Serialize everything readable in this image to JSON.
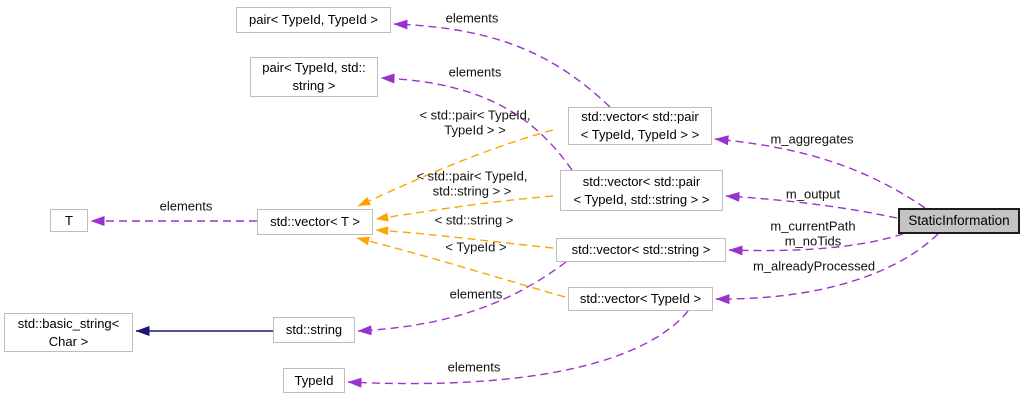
{
  "colors": {
    "usage_edge": "#9a32cd",
    "template_edge": "#ffa500",
    "inheritance_edge": "#191970",
    "node_fill": "#ffffff",
    "node_border": "#bdbdbd",
    "main_node_fill": "#c3c3c3",
    "main_node_border": "#1c1c1c"
  },
  "nodes": {
    "pair_tt": {
      "label": "pair< TypeId, TypeId >"
    },
    "pair_ts": {
      "label": "pair< TypeId, std::\nstring >"
    },
    "vec_pair_tt": {
      "label": "std::vector< std::pair\n< TypeId, TypeId > >"
    },
    "vec_pair_ts": {
      "label": "std::vector< std::pair\n< TypeId, std::string > >"
    },
    "vec_str": {
      "label": "std::vector< std::string >"
    },
    "vec_tid": {
      "label": "std::vector< TypeId >"
    },
    "vec_t": {
      "label": "std::vector< T >"
    },
    "t": {
      "label": "T"
    },
    "basic_string": {
      "label": "std::basic_string<\nChar >"
    },
    "std_string": {
      "label": "std::string"
    },
    "type_id": {
      "label": "TypeId"
    },
    "static_information": {
      "label": "StaticInformation"
    }
  },
  "edges": {
    "elements_pair_tt": {
      "label": "elements",
      "from": "std::vector< std::pair< TypeId, TypeId > >",
      "to": "pair< TypeId, TypeId >",
      "style": "dashed-purple"
    },
    "elements_pair_ts": {
      "label": "elements",
      "from": "std::vector< std::pair< TypeId, std::string > >",
      "to": "pair< TypeId, std::string >",
      "style": "dashed-purple"
    },
    "m_aggregates": {
      "label": "m_aggregates",
      "from": "StaticInformation",
      "to": "std::vector< std::pair< TypeId, TypeId > >",
      "style": "dashed-purple"
    },
    "m_output": {
      "label": "m_output",
      "from": "StaticInformation",
      "to": "std::vector< std::pair< TypeId, std::string > >",
      "style": "dashed-purple"
    },
    "m_currentPath_noTids": {
      "label": "m_currentPath\nm_noTids",
      "from": "StaticInformation",
      "to": "std::vector< std::string >",
      "style": "dashed-purple"
    },
    "m_alreadyProcessed": {
      "label": "m_alreadyProcessed",
      "from": "StaticInformation",
      "to": "std::vector< TypeId >",
      "style": "dashed-purple"
    },
    "elements_t": {
      "label": "elements",
      "from": "std::vector< T >",
      "to": "T",
      "style": "dashed-purple"
    },
    "elements_string": {
      "label": "elements",
      "from": "std::vector< std::string >",
      "to": "std::string",
      "style": "dashed-purple"
    },
    "elements_typeid": {
      "label": "elements",
      "from": "std::vector< TypeId >",
      "to": "TypeId",
      "style": "dashed-purple"
    },
    "tmpl_pair_tt": {
      "label": "< std::pair< TypeId,\nTypeId > >",
      "from": "std::vector< std::pair< TypeId, TypeId > >",
      "to": "std::vector< T >",
      "style": "dashed-orange"
    },
    "tmpl_pair_ts": {
      "label": "< std::pair< TypeId,\nstd::string > >",
      "from": "std::vector< std::pair< TypeId, std::string > >",
      "to": "std::vector< T >",
      "style": "dashed-orange"
    },
    "tmpl_string": {
      "label": "< std::string >",
      "from": "std::vector< std::string >",
      "to": "std::vector< T >",
      "style": "dashed-orange"
    },
    "tmpl_typeid": {
      "label": "< TypeId >",
      "from": "std::vector< TypeId >",
      "to": "std::vector< T >",
      "style": "dashed-orange"
    },
    "inherit_string": {
      "label": "",
      "from": "std::string",
      "to": "std::basic_string< Char >",
      "style": "solid-blue"
    }
  }
}
